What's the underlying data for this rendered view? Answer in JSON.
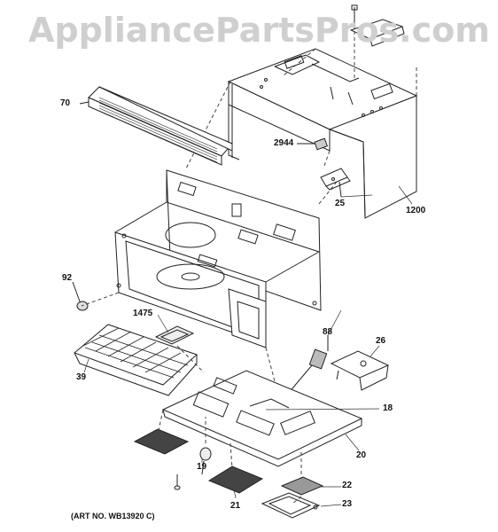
{
  "watermark": "AppliancePartsPros.com",
  "callouts": {
    "p70": "70",
    "p2944": "2944",
    "p25": "25",
    "p1200": "1200",
    "p92": "92",
    "p1475": "1475",
    "p39": "39",
    "p88": "88",
    "p26": "26",
    "p18": "18",
    "p20": "20",
    "p19": "19",
    "p21": "21",
    "p22": "22",
    "p23": "23"
  },
  "art_number": "(ART NO. WB13920 C)"
}
